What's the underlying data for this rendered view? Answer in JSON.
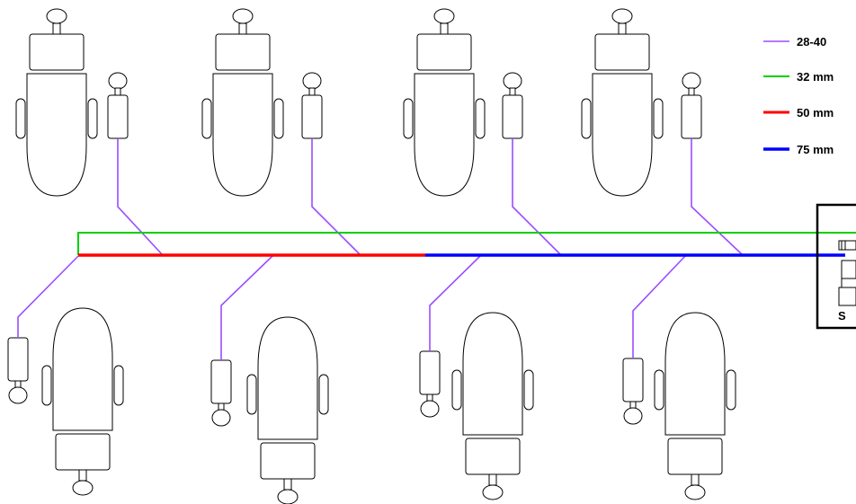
{
  "legend": {
    "items": [
      {
        "label": "28-40",
        "color": "#9b4dff"
      },
      {
        "label": "32 mm",
        "color": "#00d000"
      },
      {
        "label": "50 mm",
        "color": "#ff0000"
      },
      {
        "label": "75 mm",
        "color": "#0000ff"
      }
    ]
  },
  "equipment_room": {
    "label": "S"
  },
  "colors": {
    "branch": "#9b4dff",
    "pipe32": "#00d000",
    "pipe50": "#ff0000",
    "pipe75": "#0000ff",
    "outline": "#000000"
  },
  "layout": {
    "chairs_top_count": 4,
    "chairs_bottom_count": 4
  }
}
